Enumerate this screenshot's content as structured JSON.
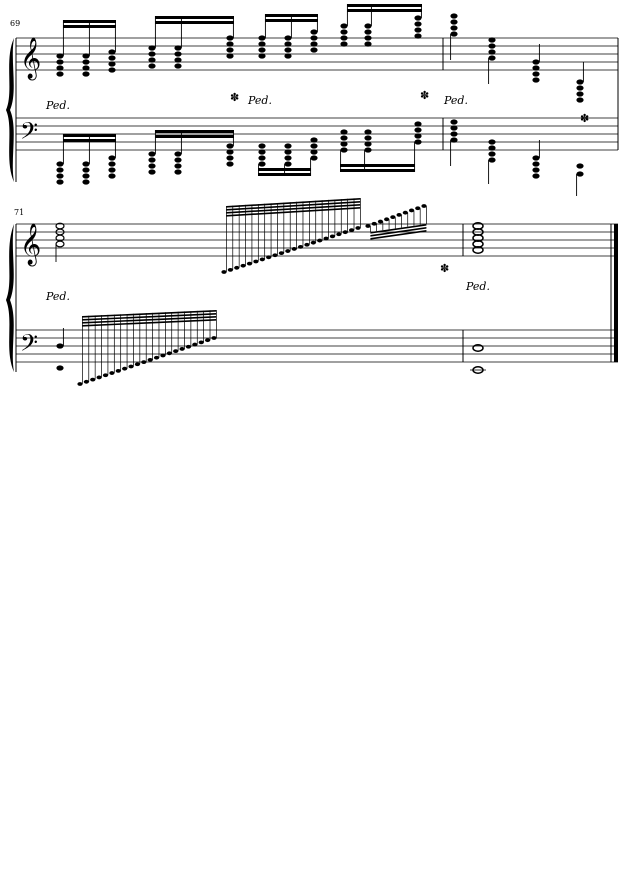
{
  "score": {
    "systems": [
      {
        "measure_start": "69",
        "pedal_marks": [
          "Ped.",
          "Ped.",
          "Ped."
        ],
        "pedal_release_count": 3
      },
      {
        "measure_start": "71",
        "pedal_marks": [
          "Ped.",
          "Ped."
        ],
        "pedal_release_count": 1
      }
    ],
    "colors": {
      "ink": "#000000",
      "paper": "#ffffff"
    },
    "icons": [
      "treble-clef-icon",
      "bass-clef-icon",
      "brace-icon",
      "pedal-release-icon"
    ]
  }
}
